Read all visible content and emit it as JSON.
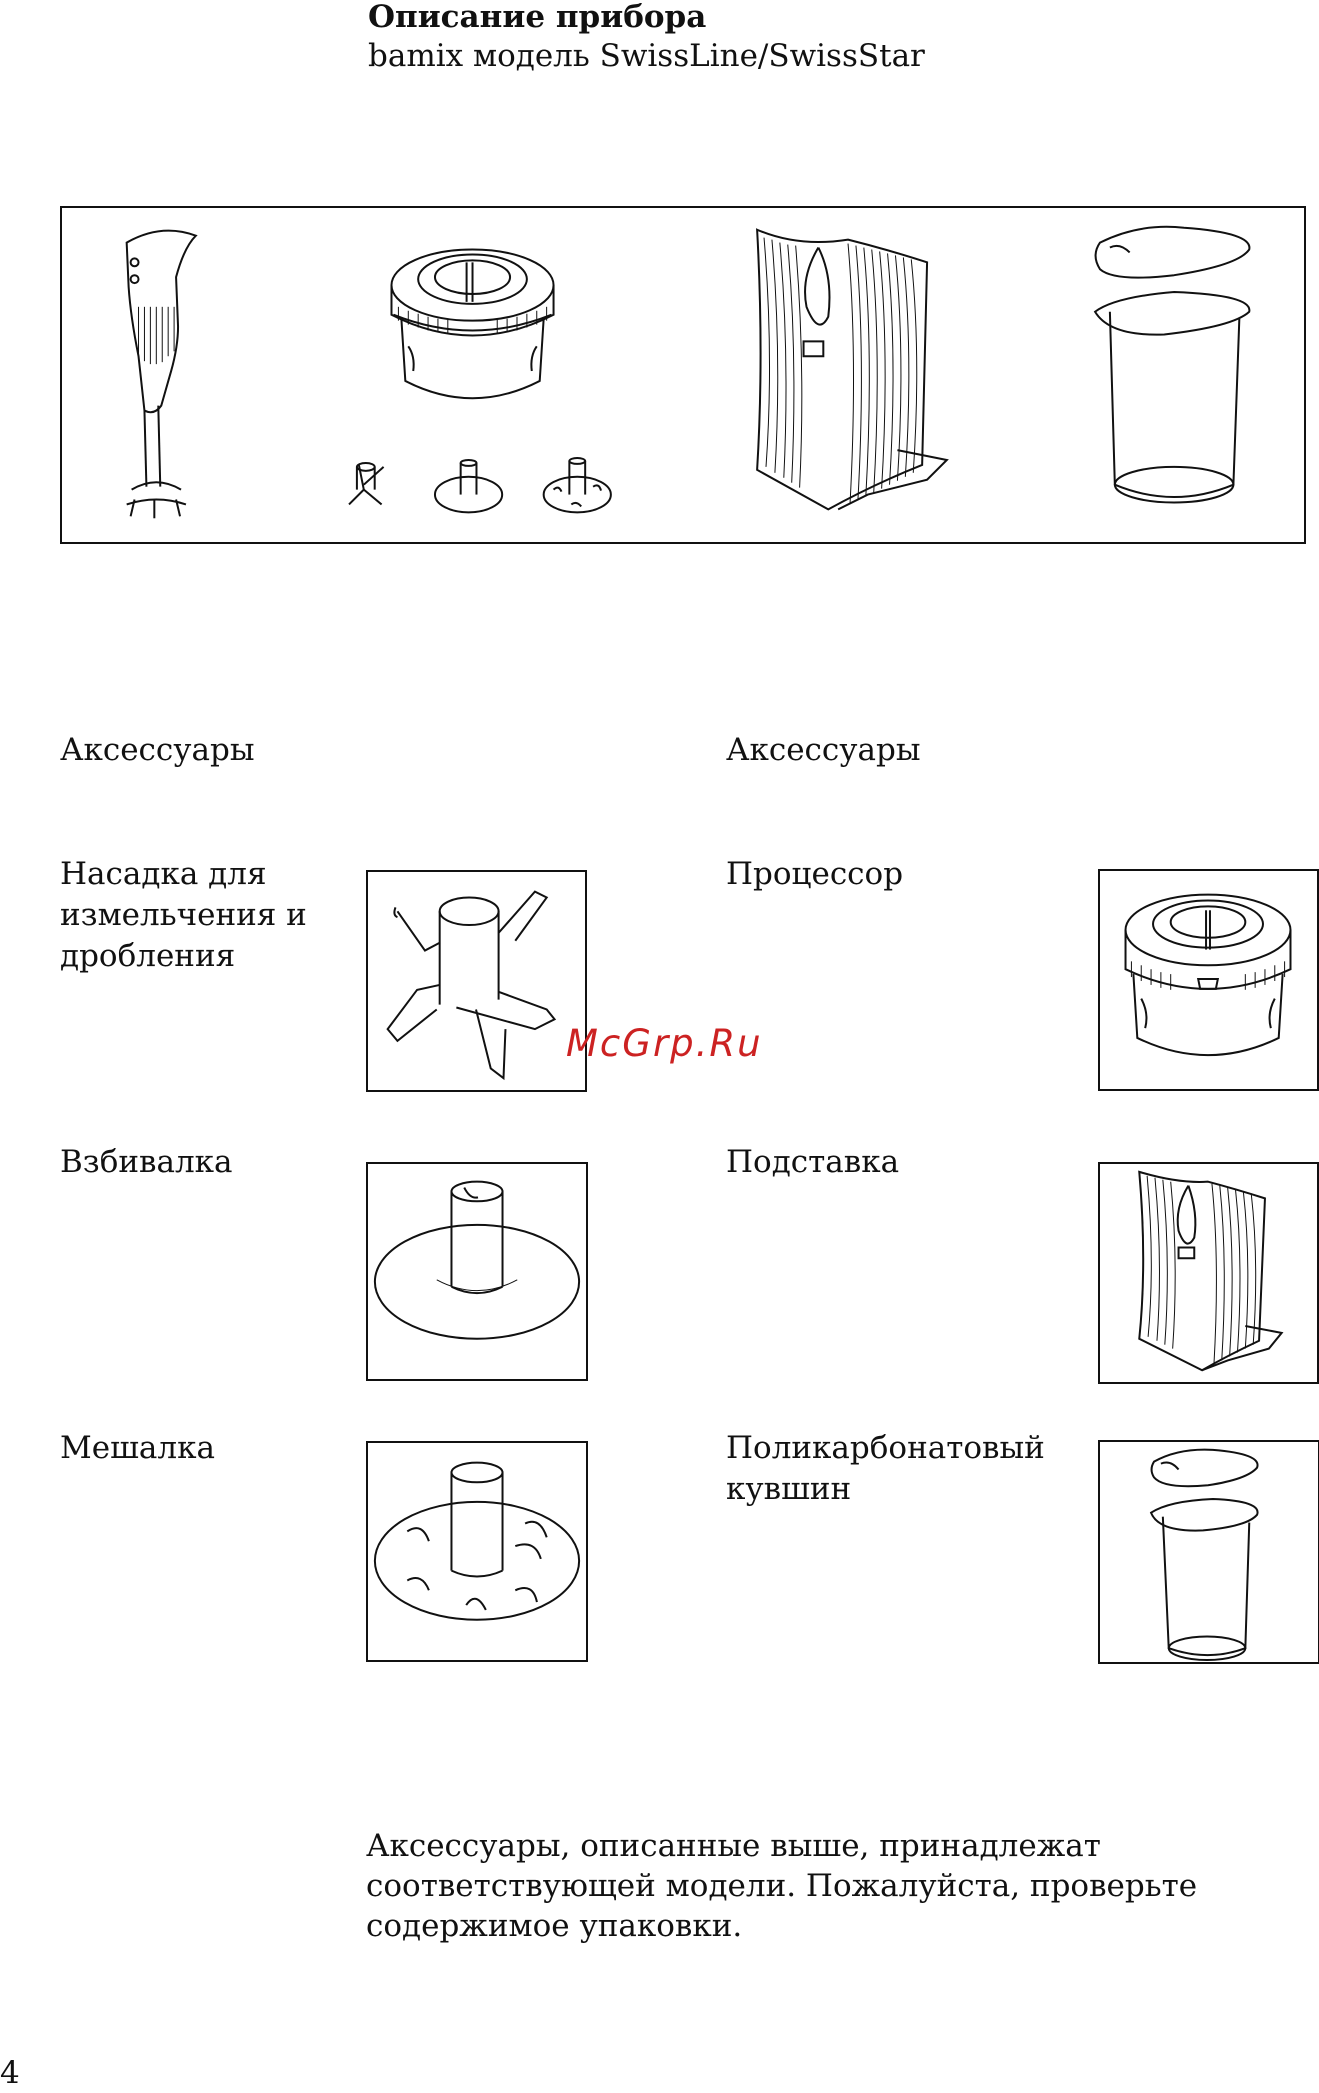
{
  "header": {
    "title": "Описание прибора",
    "subtitle": "bamix модель SwissLine/SwissStar"
  },
  "overview_figure": {
    "items": [
      "hand-blender",
      "processor",
      "multi-blade",
      "whisk",
      "beater",
      "stand",
      "jug"
    ]
  },
  "left_column": {
    "heading": "Аксессуары",
    "items": [
      {
        "label_lines": [
          "Насадка для",
          "измельчения и",
          "дробления"
        ],
        "icon": "multi-blade-icon"
      },
      {
        "label_lines": [
          "Взбивалка"
        ],
        "icon": "whisk-disc-icon"
      },
      {
        "label_lines": [
          "Мешалка"
        ],
        "icon": "beater-disc-icon"
      }
    ]
  },
  "right_column": {
    "heading": "Аксессуары",
    "items": [
      {
        "label_lines": [
          "Процессор"
        ],
        "icon": "processor-icon"
      },
      {
        "label_lines": [
          "Подставка"
        ],
        "icon": "stand-icon"
      },
      {
        "label_lines": [
          "Поликарбонатовый",
          "кувшин"
        ],
        "icon": "jug-icon"
      }
    ]
  },
  "watermark": "McGrp.Ru",
  "note_lines": [
    "Аксессуары, описанные выше, принадлежат",
    "соответствующей модели. Пожалуйста, проверьте",
    "содержимое упаковки."
  ],
  "page_number": "4",
  "colors": {
    "watermark": "#cc2222",
    "text": "#111111",
    "lines": "#111111"
  }
}
